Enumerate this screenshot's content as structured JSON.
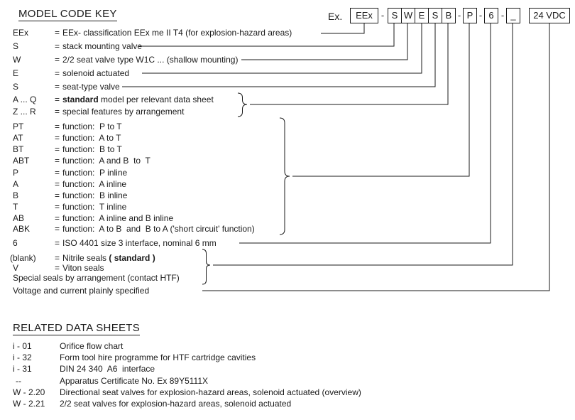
{
  "title": "MODEL CODE KEY",
  "example": {
    "label": "Ex.",
    "dash": "-",
    "boxes": {
      "eex": "EEx",
      "letters": [
        "S",
        "W",
        "E",
        "S",
        "B"
      ],
      "p": "P",
      "six": "6",
      "blank": "_",
      "voltage": "24 VDC"
    }
  },
  "key_rows": [
    {
      "code": "EEx",
      "eq": "=",
      "desc": "EEx- classification EEx me II T4 (for explosion-hazard areas)"
    },
    {
      "code": "S",
      "eq": "=",
      "desc": "stack mounting valve"
    },
    {
      "code": "W",
      "eq": "=",
      "desc": "2/2 seat valve type W1C ... (shallow mounting)"
    },
    {
      "code": "E",
      "eq": "=",
      "desc": "solenoid actuated"
    },
    {
      "code": "S",
      "eq": "=",
      "desc": "seat-type valve"
    },
    {
      "code": "A ... Q",
      "eq": "=",
      "desc_bold": "standard",
      "desc_post": " model per relevant data sheet"
    },
    {
      "code": "Z ... R",
      "eq": "=",
      "desc": "special features by arrangement"
    },
    {
      "code": "PT",
      "eq": "=",
      "desc": "function:  P to T"
    },
    {
      "code": "AT",
      "eq": "=",
      "desc": "function:  A to T"
    },
    {
      "code": "BT",
      "eq": "=",
      "desc": "function:  B to T"
    },
    {
      "code": "ABT",
      "eq": "=",
      "desc": "function:  A and B  to  T"
    },
    {
      "code": "P",
      "eq": "=",
      "desc": "function:  P inline"
    },
    {
      "code": "A",
      "eq": "=",
      "desc": "function:  A inline"
    },
    {
      "code": "B",
      "eq": "=",
      "desc": "function:  B inline"
    },
    {
      "code": "T",
      "eq": "=",
      "desc": "function:  T inline"
    },
    {
      "code": "AB",
      "eq": "=",
      "desc": "function:  A inline and B inline"
    },
    {
      "code": "ABK",
      "eq": "=",
      "desc": "function:  A to B  and  B to A ('short circuit' function)"
    },
    {
      "code": "6",
      "eq": "=",
      "desc": "ISO 4401 size 3 interface, nominal 6 mm"
    },
    {
      "code": "(blank)",
      "eq": "=",
      "desc_pre": "Nitrile seals ",
      "desc_bold": "( standard )"
    },
    {
      "code": "V",
      "eq": "=",
      "desc": "Viton seals"
    },
    {
      "desc": "Special seals by arrangement (contact HTF)"
    },
    {
      "desc": "Voltage and current plainly specified"
    }
  ],
  "related": {
    "title": "RELATED DATA SHEETS",
    "rows": [
      {
        "code": "i - 01",
        "desc": "Orifice flow chart"
      },
      {
        "code": "i - 32",
        "desc": "Form tool hire programme for HTF cartridge cavities"
      },
      {
        "code": "i - 31",
        "desc": "DIN 24 340  A6  interface"
      },
      {
        "code": "--",
        "desc": "Apparatus Certificate No. Ex 89Y5111X"
      },
      {
        "code": "W - 2.20",
        "desc": "Directional seat valves for explosion-hazard areas, solenoid actuated (overview)"
      },
      {
        "code": "W - 2.21",
        "desc": "2/2 seat valves for explosion-hazard areas, solenoid actuated"
      }
    ]
  },
  "colors": {
    "text": "#1a1a1a",
    "line": "#1a1a1a",
    "background": "#ffffff"
  }
}
